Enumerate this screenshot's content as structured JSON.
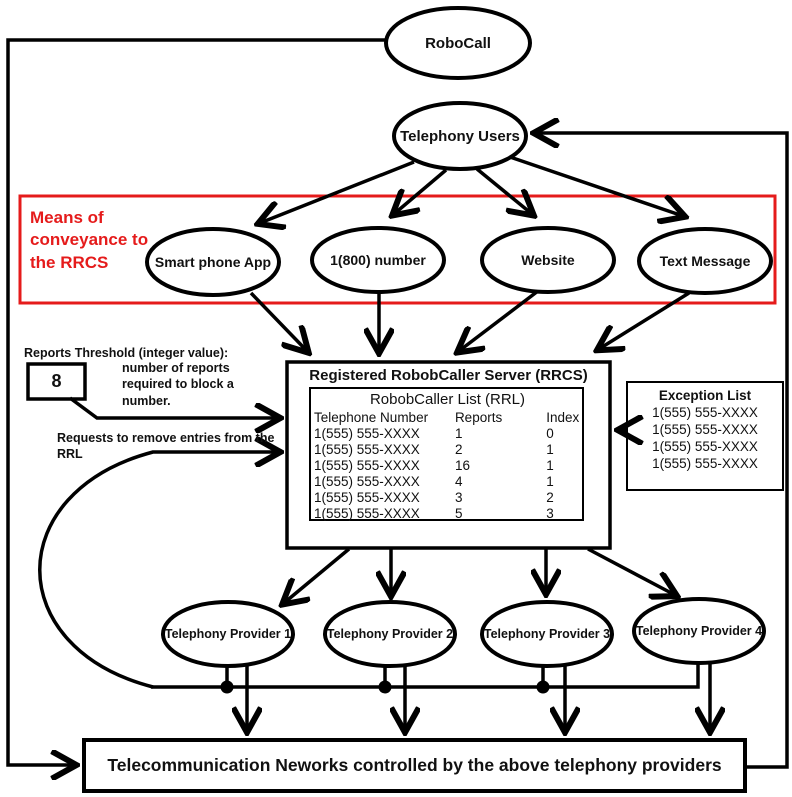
{
  "diagram": {
    "robocall": "RoboCall",
    "telephony_users": "Telephony Users",
    "conveyance_caption": "Means of conveyance to the RRCS",
    "conveyance_means": [
      "Smart phone App",
      "1(800) number",
      "Website",
      "Text Message"
    ],
    "threshold": {
      "label": "Reports Threshold (integer value):",
      "description": "number of reports required to block a number.",
      "value": "8"
    },
    "remove_requests_label": "Requests to remove entries from the RRL",
    "rrcs": {
      "title": "Registered RobobCaller Server (RRCS)",
      "list_title": "RobobCaller List (RRL)",
      "columns": [
        "Telephone Number",
        "Reports",
        "Index"
      ],
      "rows": [
        {
          "number": "1(555) 555-XXXX",
          "reports": "1",
          "index": "0"
        },
        {
          "number": "1(555) 555-XXXX",
          "reports": "2",
          "index": "1"
        },
        {
          "number": "1(555) 555-XXXX",
          "reports": "16",
          "index": "1"
        },
        {
          "number": "1(555) 555-XXXX",
          "reports": "4",
          "index": "1"
        },
        {
          "number": "1(555) 555-XXXX",
          "reports": "3",
          "index": "2"
        },
        {
          "number": "1(555) 555-XXXX",
          "reports": "5",
          "index": "3"
        }
      ]
    },
    "exception_list": {
      "title": "Exception List",
      "entries": [
        "1(555) 555-XXXX",
        "1(555) 555-XXXX",
        "1(555) 555-XXXX",
        "1(555) 555-XXXX"
      ]
    },
    "providers": [
      "Telephony Provider 1",
      "Telephony Provider 2",
      "Telephony Provider 3",
      "Telephony Provider 4"
    ],
    "network_box": "Telecommunication Neworks controlled by the above telephony providers",
    "colors": {
      "accent_red": "#e51b1b",
      "line_black": "#000000"
    }
  }
}
